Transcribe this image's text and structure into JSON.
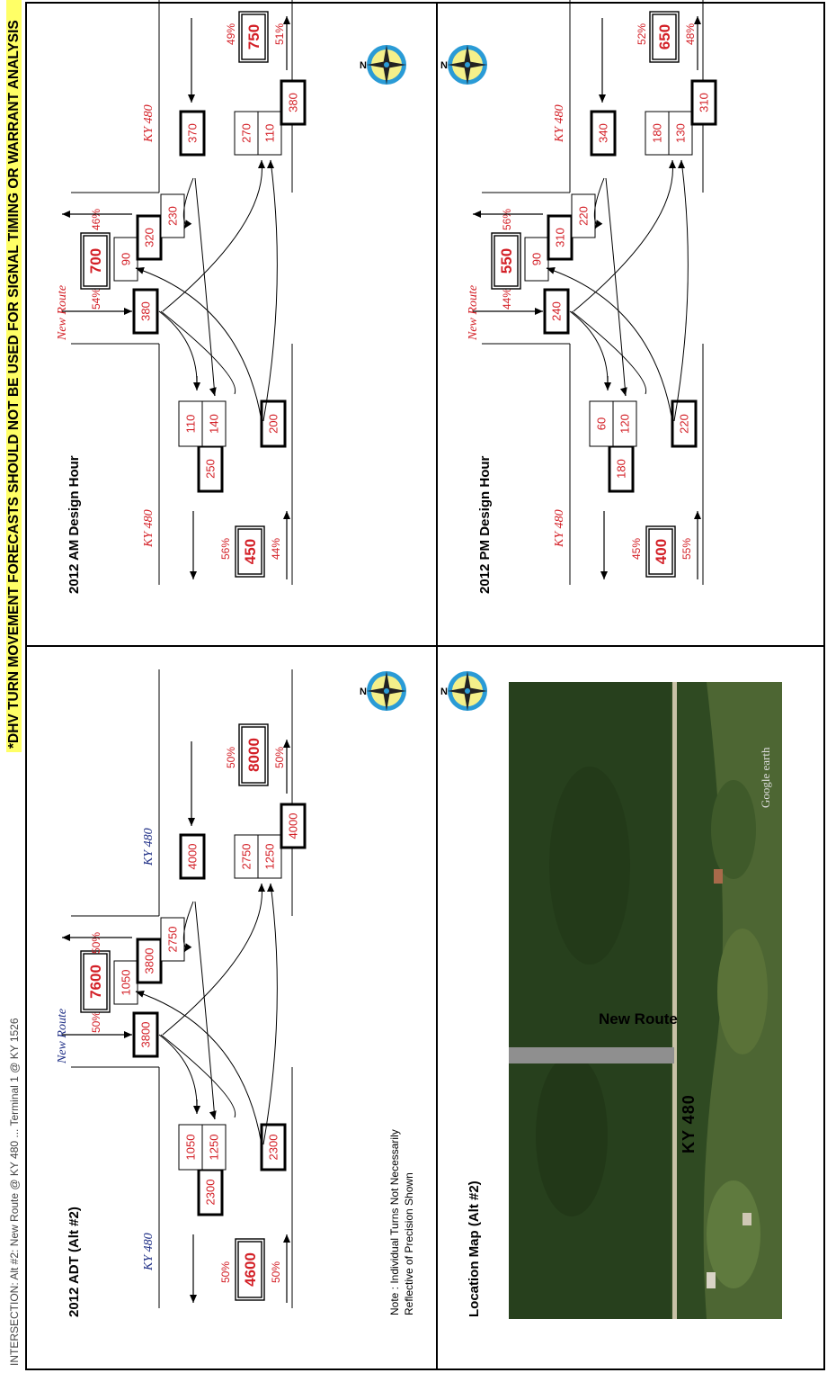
{
  "header": {
    "left": "INTERSECTION:   Alt #2: New Route @ KY 480 ... Terminal 1 @ KY 1526",
    "warning": "*DHV TURN MOVEMENT FORECASTS SHOULD NOT BE USED FOR SIGNAL TIMING OR WARRANT ANALYSIS"
  },
  "adt": {
    "title": "2012  ADT (Alt #2)",
    "road_west": "KY 480",
    "road_east": "KY 480",
    "road_north": "New Route",
    "west_total": "4600",
    "west_out_pct": "50%",
    "west_in_pct": "50%",
    "north_total": "7600",
    "north_in_pct": "50%",
    "north_out_pct": "50%",
    "east_total": "8000",
    "east_in_pct": "50%",
    "east_out_pct": "50%",
    "nw_in": "3800",
    "n_out": "3800",
    "n_lefts": "1050",
    "n_right": "2750",
    "w_top": "1050",
    "w_mid": "1250",
    "w_out": "2300",
    "w_in": "2300",
    "e_in": "4000",
    "e_top": "2750",
    "e_bot": "1250",
    "e_out": "4000",
    "note": [
      "Note : Individual Turns Not Necessarily",
      "Reflective of Precision Shown"
    ]
  },
  "am": {
    "title": "2012  AM Design Hour",
    "road_west": "KY 480",
    "road_east": "KY 480",
    "road_north": "New Route",
    "west_total": "450",
    "west_out_pct": "56%",
    "west_in_pct": "44%",
    "north_total": "700",
    "north_in_pct": "54%",
    "north_out_pct": "46%",
    "east_total": "750",
    "east_in_pct": "49%",
    "east_out_pct": "51%",
    "nw_in": "380",
    "n_out": "320",
    "n_lefts": "90",
    "n_right": "230",
    "w_top": "110",
    "w_mid": "140",
    "w_out": "250",
    "w_in": "200",
    "e_in": "370",
    "e_top": "270",
    "e_bot": "110",
    "e_out": "380"
  },
  "pm": {
    "title": "2012  PM Design Hour",
    "road_west": "KY 480",
    "road_east": "KY 480",
    "road_north": "New Route",
    "west_total": "400",
    "west_out_pct": "45%",
    "west_in_pct": "55%",
    "north_total": "550",
    "north_in_pct": "44%",
    "north_out_pct": "56%",
    "east_total": "650",
    "east_in_pct": "52%",
    "east_out_pct": "48%",
    "nw_in": "240",
    "n_out": "310",
    "n_lefts": "90",
    "n_right": "220",
    "w_top": "60",
    "w_mid": "120",
    "w_out": "180",
    "w_in": "220",
    "e_in": "340",
    "e_top": "180",
    "e_bot": "130",
    "e_out": "310"
  },
  "map": {
    "title": "Location Map (Alt #2)",
    "label_route": "New Route",
    "label_road": "KY 480",
    "watermark": "Google earth"
  },
  "compass_letter": "N",
  "colors": {
    "red": "#d31f26",
    "blue": "#1f2f86",
    "warning_bg": "#ffff66"
  }
}
